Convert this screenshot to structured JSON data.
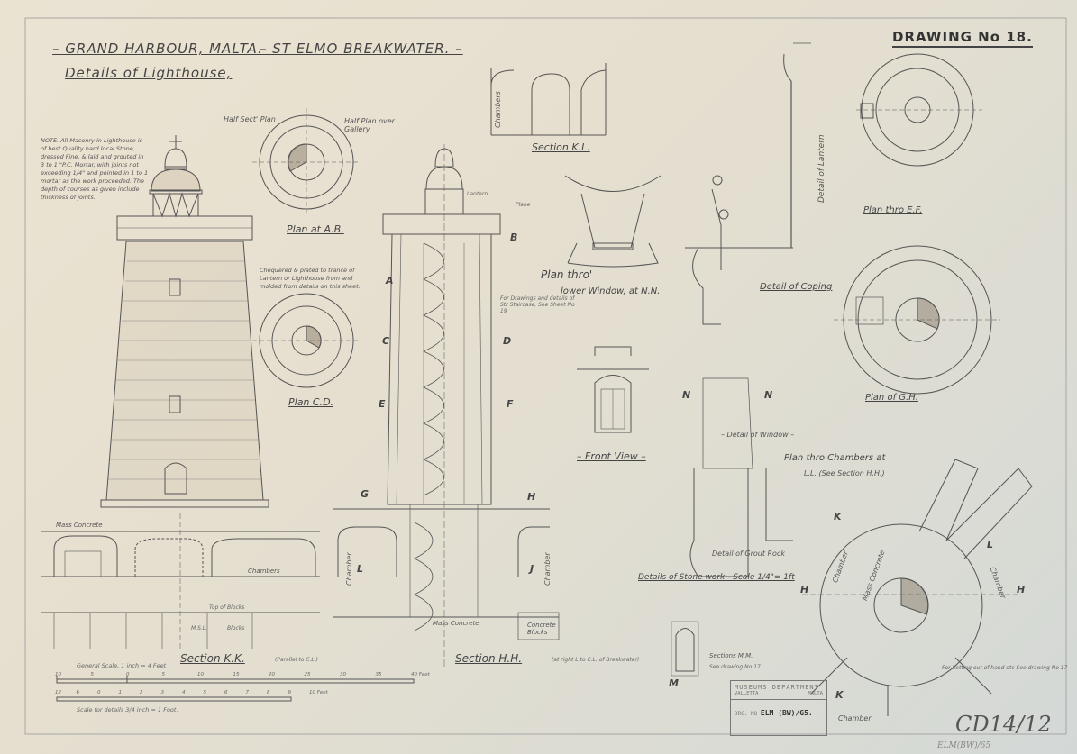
{
  "title": {
    "part1": "– GRAND HARBOUR, MALTA.",
    "part2": "– ST ELMO BREAKWATER. –",
    "subtitle": "Details of Lighthouse,",
    "drawing_number": "DRAWING No 18."
  },
  "note": "NOTE. All Masonry in Lighthouse is of best Quality hard local Stone, dressed Fine, & laid and grouted in 3 to 1 \"P.C. Mortar, with joints not exceeding 1/4\" and pointed in 1 to 1 mortar as the work proceeded. The depth of courses as given include thickness of joints.",
  "labels": {
    "half_sect_plan": "Half Sect' Plan",
    "half_plan_gallery": "Half Plan over Gallery",
    "plan_ab": "Plan at A.B.",
    "chequered_note": "Chequered & plated to trance of Lantern or Lighthouse from and molded from details on this sheet.",
    "plan_cd": "Plan C.D.",
    "section_kl": "Section K.L.",
    "chambers": "Chambers",
    "plan_thro": "Plan thro'",
    "lower_window": "lower Window, at N.N.",
    "front_view": "– Front View –",
    "detail_coping": "Detail of Coping",
    "detail_lantern": "Detail of Lantern",
    "plan_ef": "Plan thro E.F.",
    "plan_gh": "Plan of G.H.",
    "detail_window": "– Detail of Window –",
    "plan_chambers": "Plan thro Chambers at",
    "plan_chambers_ref": "L.L. (See Section H.H.)",
    "details_stonework": "Details of Stone work - Scale 1/4\"= 1ft",
    "detail_grout": "Detail of Grout Rock",
    "section_kk": "Section K.K.",
    "section_kk_note": "(Parallel to C.L.)",
    "section_hh": "Section H.H.",
    "section_hh_note": "(at right L to C.L. of Breakwater)",
    "sections_mm": "Sections M.M.",
    "sections_mm_note": "See drawing No 17.",
    "mass_concrete_1": "Mass Concrete",
    "mass_concrete_2": "Mass Concrete",
    "mass_concrete_3": "Mass Concrete",
    "concrete_blocks": "Concrete Blocks",
    "chambers_kk": "Chambers",
    "chamber_1": "Chamber",
    "chamber_2": "Chamber",
    "chamber_3": "Chamber",
    "chamber_4": "Chamber",
    "chamber_5": "Chamber",
    "lantern": "Lantern",
    "plane": "Plane",
    "for_drawings": "For Drawings and details of Str Staircase, See Sheet No 19",
    "hinged_note": "For Setting out of hand etc See drawing No 17",
    "ms_level": "M.S.L.",
    "blocks": "Blocks",
    "top_of_blocks": "Top of Blocks"
  },
  "letters": [
    "A",
    "B",
    "C",
    "D",
    "E",
    "F",
    "G",
    "H",
    "N",
    "N",
    "L",
    "J",
    "H",
    "H",
    "K",
    "K",
    "L",
    "M"
  ],
  "scales": {
    "general_label": "General Scale, 1 inch = 4 Feet",
    "general_ticks": [
      "10",
      "5",
      "0",
      "5",
      "10",
      "15",
      "20",
      "25",
      "30",
      "35",
      "40 Feet"
    ],
    "detail_label": "Scale for details 3/4 inch = 1 Foot.",
    "detail_ticks": [
      "12",
      "6",
      "0",
      "1",
      "2",
      "3",
      "4",
      "5",
      "6",
      "7",
      "8",
      "9",
      "10 Feet"
    ]
  },
  "stamp": {
    "department": "MUSEUMS DEPARTMENT",
    "city": "VALLETTA",
    "country": "MALTA",
    "drg_label": "DRG. NO",
    "drg_number": "ELM (BW)/G5."
  },
  "archive": {
    "reference": "CD14/12",
    "pencil_ref": "ELM(BW)/65"
  }
}
